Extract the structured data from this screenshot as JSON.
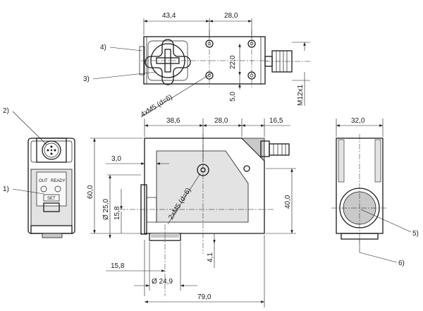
{
  "callouts": [
    "1)",
    "2)",
    "3)",
    "4)",
    "5)",
    "6)"
  ],
  "dims": {
    "top_width_left": "43,4",
    "top_width_right": "28,0",
    "top_height": "22,0",
    "top_offset": "5,0",
    "thread": "M12x1",
    "holes": "4xM5 (d=6)",
    "front_a": "38,6",
    "front_b": "28,0",
    "front_c": "16,5",
    "front_d": "3,0",
    "front_e": "60,0",
    "front_f": "Ø 25,0",
    "front_g": "15,8",
    "front_h": "2xM5 (d=6)",
    "front_i": "40,0",
    "front_j": "4,1",
    "front_k": "15,8",
    "front_l": "Ø 24,9",
    "front_m": "79,0",
    "side_w": "32,0"
  },
  "labels": {
    "out": "OUT",
    "ready": "READY",
    "set": "SET"
  }
}
